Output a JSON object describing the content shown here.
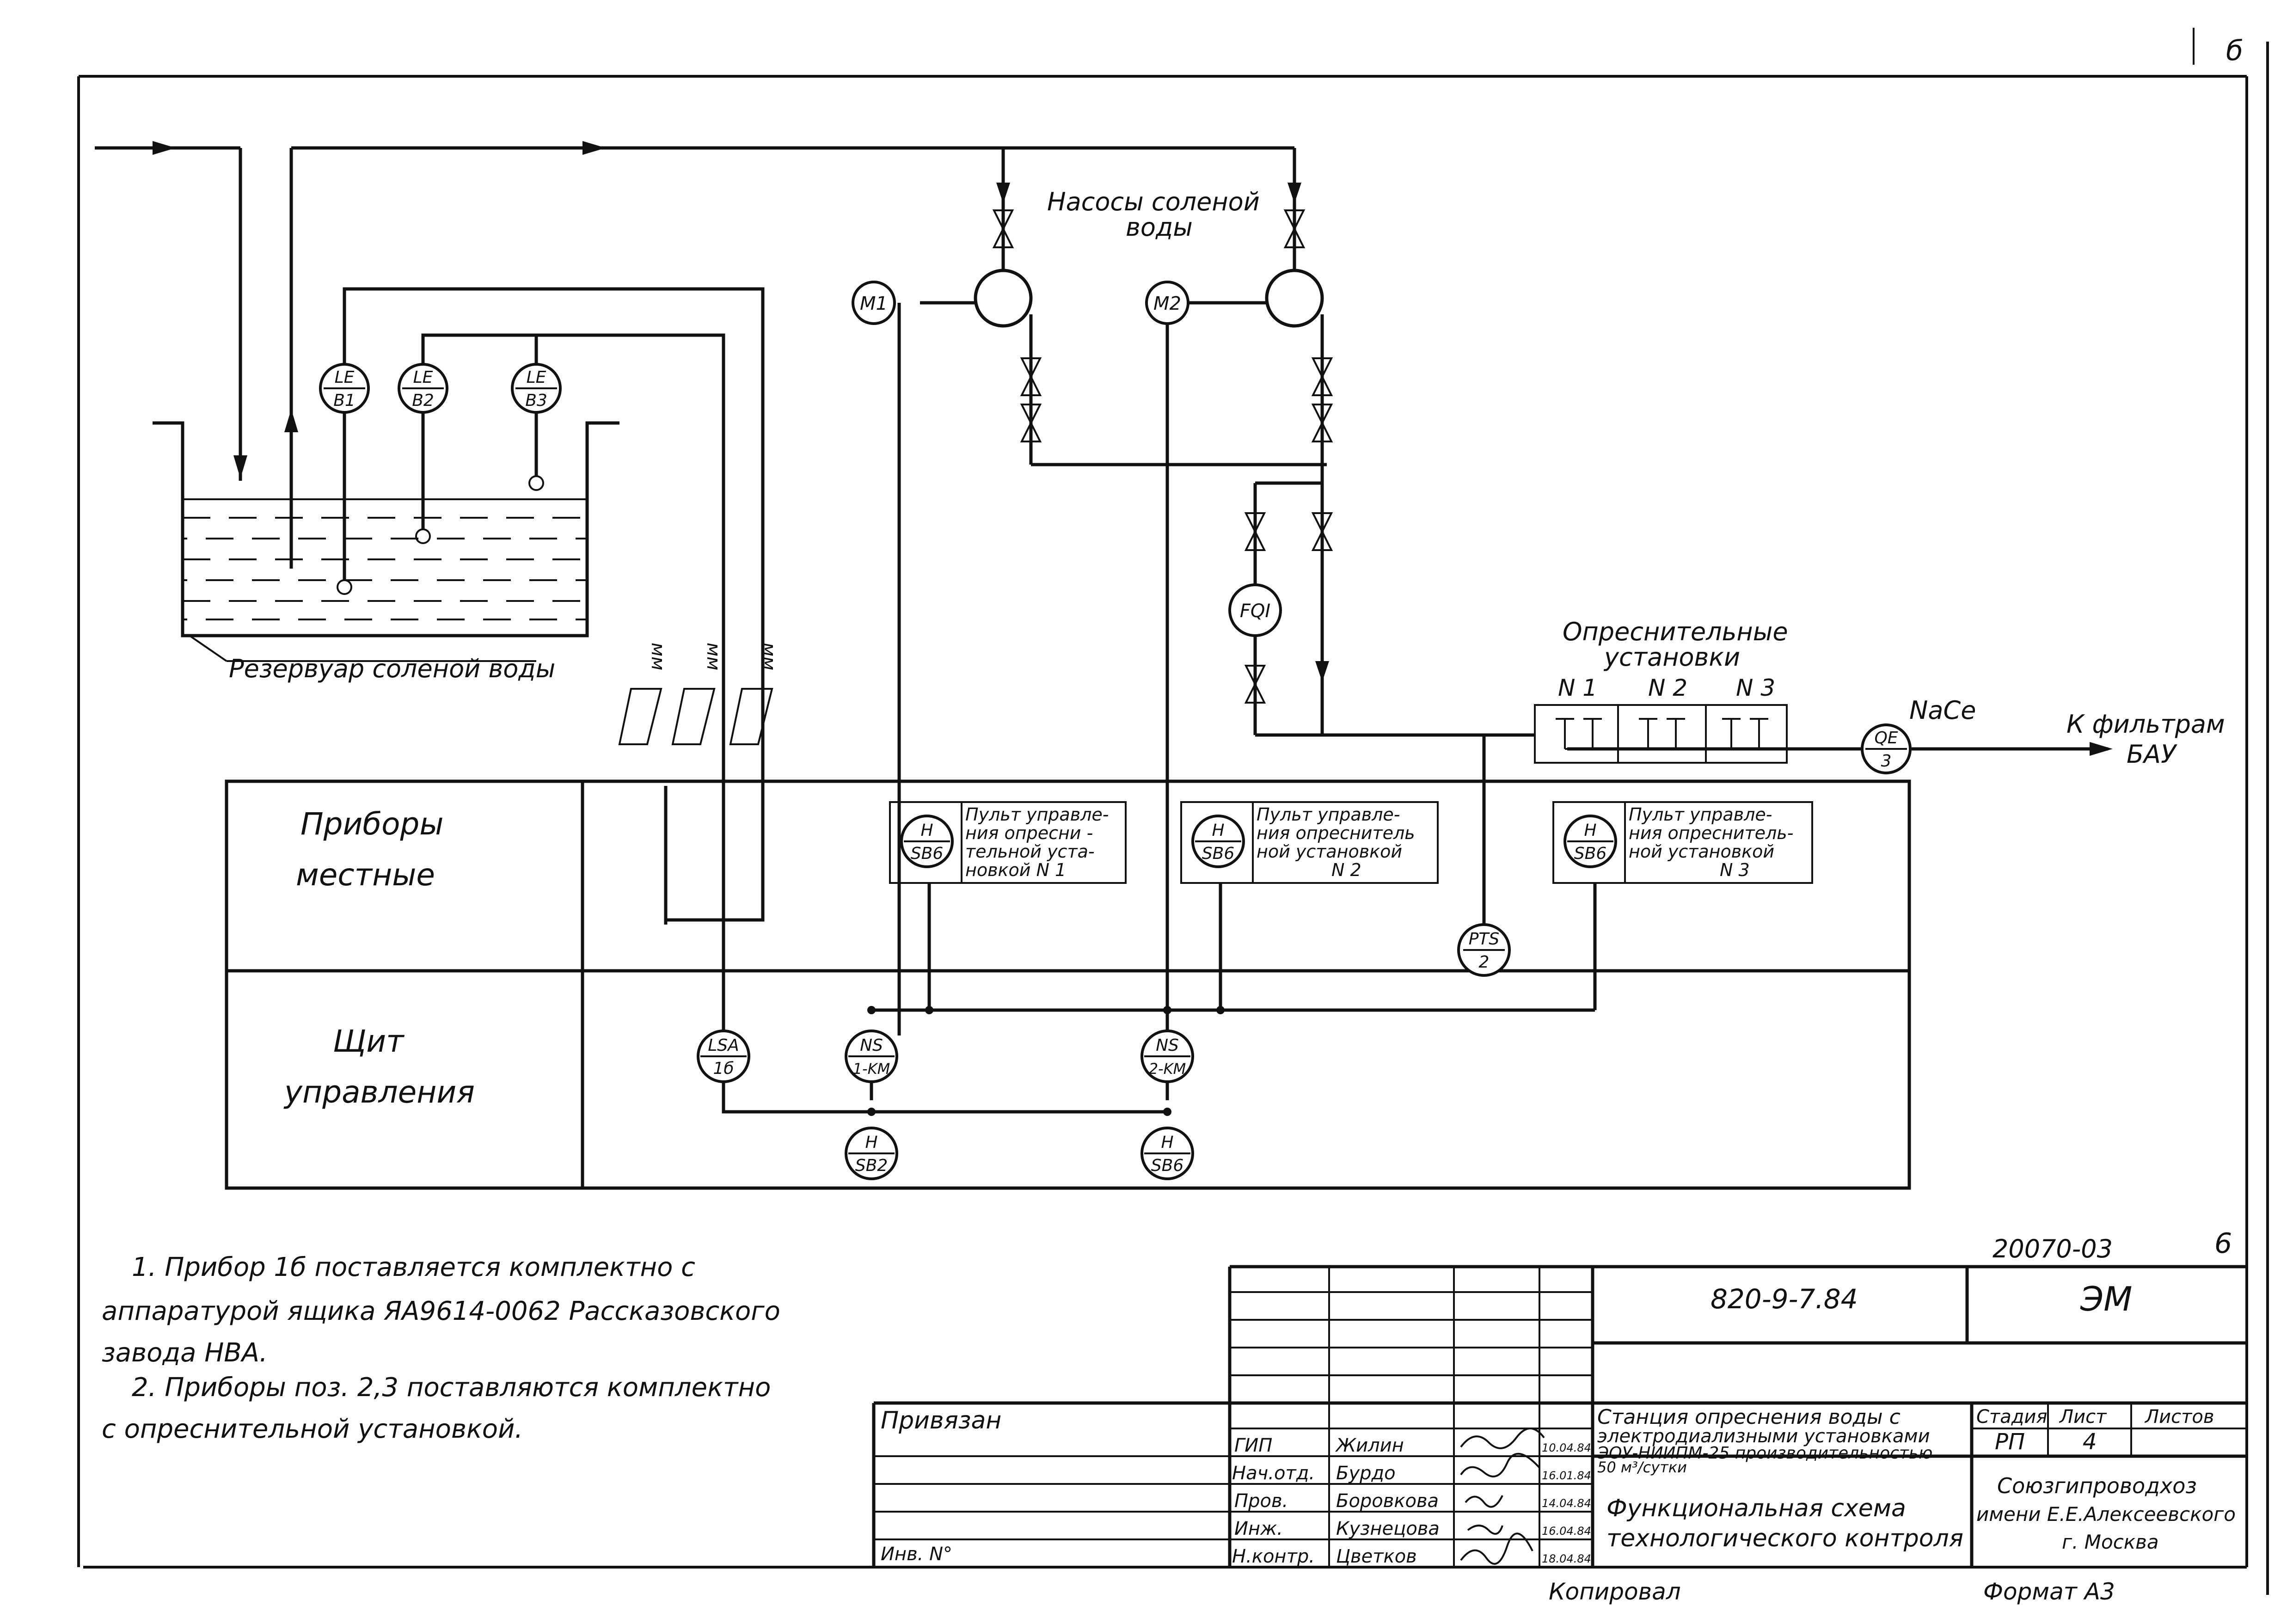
{
  "sheet": {
    "corner_mark": "б",
    "doc_number": "20070-03",
    "page_mark": "6",
    "copied": "Копировал",
    "format": "Формат А3"
  },
  "labels": {
    "pumps_title_1": "Насосы соленой",
    "pumps_title_2": "воды",
    "tank": "Резервуар соленой воды",
    "desal_title_1": "Опреснительные",
    "desal_title_2": "установки",
    "unit_n1": "N 1",
    "unit_n2": "N 2",
    "unit_n3": "N 3",
    "nacl": "NaCe",
    "to_filter_1": "К фильтрам",
    "to_filter_2": "БАУ",
    "cable": "мм",
    "row_local_1": "Приборы",
    "row_local_2": "местные",
    "row_panel_1": "Щит",
    "row_panel_2": "управления"
  },
  "consoles": [
    {
      "lines": [
        "Пульт управле-",
        "ния опресни -",
        "тельной уста-",
        "новкой N 1"
      ]
    },
    {
      "lines": [
        "Пульт управле-",
        "ния опреснитель",
        "ной установкой",
        "N 2"
      ]
    },
    {
      "lines": [
        "Пульт управле-",
        "ния опреснитель-",
        "ной установкой",
        "N 3"
      ]
    }
  ],
  "instruments": {
    "le_b1": [
      "LE",
      "В1"
    ],
    "le_b2": [
      "LE",
      "В2"
    ],
    "le_b3": [
      "LE",
      "В3"
    ],
    "m1": [
      "M1"
    ],
    "m2": [
      "M2"
    ],
    "fqi": [
      "FQI"
    ],
    "qe3": [
      "QE",
      "3"
    ],
    "pts2": [
      "PTS",
      "2"
    ],
    "h_sb6_1": [
      "H",
      "SB6"
    ],
    "h_sb6_2": [
      "H",
      "SB6"
    ],
    "h_sb6_3": [
      "H",
      "SB6"
    ],
    "lsa": [
      "LSA",
      "1б"
    ],
    "ns1": [
      "NS",
      "1-KM"
    ],
    "ns2": [
      "NS",
      "2-KM"
    ],
    "h_sb2": [
      "H",
      "SB2"
    ],
    "h_sb6_4": [
      "H",
      "SB6"
    ]
  },
  "notes": [
    "1. Прибор 1б поставляется комплектно с",
    "аппаратурой ящика ЯА9614-0062 Рассказовского",
    "завода НВА.",
    "2. Приборы поз. 2,3 поставляются комплектно",
    "с опреснительной установкой."
  ],
  "title_block": {
    "project_code": "820-9-7.84",
    "doc_mark": "ЭМ",
    "bound": "Привязан",
    "inv": "Инв. N°",
    "roles": [
      "ГИП",
      "Нач.отд.",
      "Пров.",
      "Инж.",
      "Н.контр."
    ],
    "names": [
      "Жилин",
      "Бурдо",
      "Боровкова",
      "Кузнецова",
      "Цветков"
    ],
    "dates": [
      "10.04.84",
      "16.01.84",
      "14.04.84",
      "16.04.84",
      "18.04.84"
    ],
    "station": [
      "Станция опреснения воды с",
      "электродиализными установками",
      "ЭОУ-НИИПМ-25 производительностью",
      "50 м³/сутки"
    ],
    "drawing_title": [
      "Функциональная схема",
      "технологического контроля"
    ],
    "stage_header": "Стадия",
    "sheet_header": "Лист",
    "sheets_header": "Листов",
    "stage": "РП",
    "sheet": "4",
    "org": [
      "Союзгипроводхоз",
      "имени Е.Е.Алексеевского",
      "г. Москва"
    ]
  }
}
